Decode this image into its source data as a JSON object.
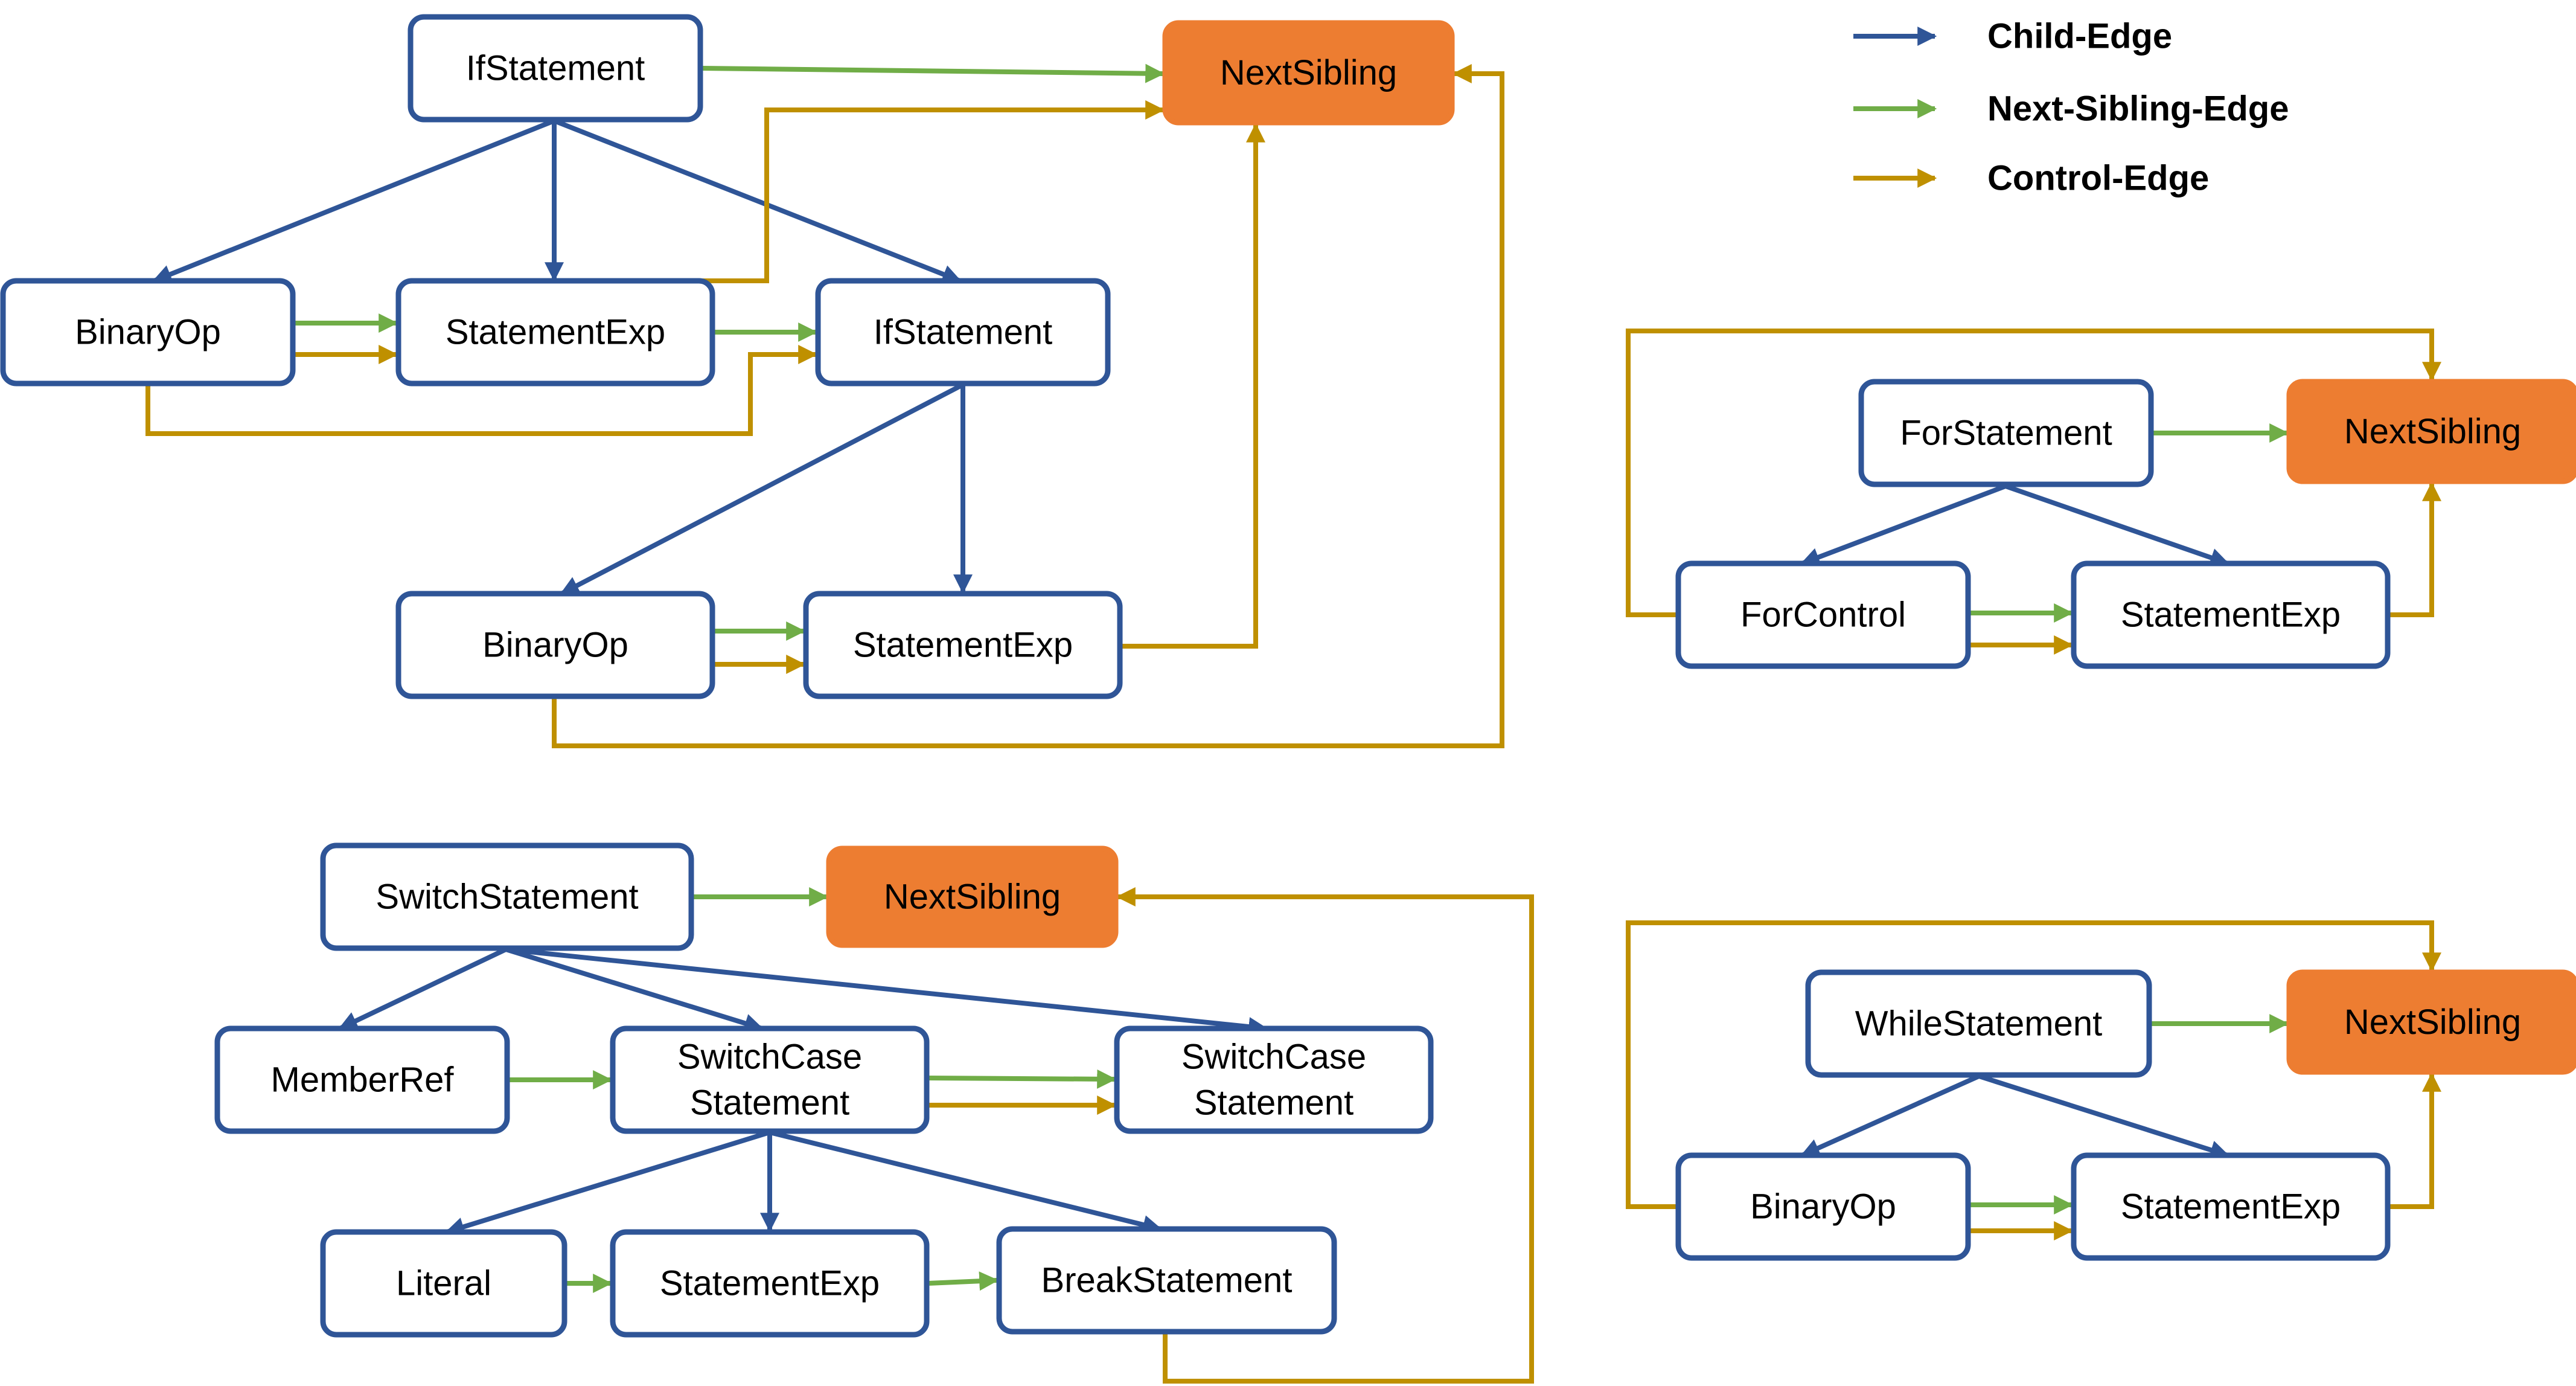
{
  "colors": {
    "child_edge": "#2f5597",
    "next_sibling_edge": "#70ad47",
    "control_edge": "#bf9000",
    "node_border": "#2f5597",
    "next_sibling_fill": "#ed7d31"
  },
  "legend": [
    {
      "id": "child",
      "label": "Child-Edge",
      "kind": "child"
    },
    {
      "id": "next-sibling",
      "label": "Next-Sibling-Edge",
      "kind": "sibling"
    },
    {
      "id": "control",
      "label": "Control-Edge",
      "kind": "control"
    }
  ],
  "nodes": [
    {
      "id": "if1",
      "lines": [
        "IfStatement"
      ]
    },
    {
      "id": "ns1",
      "lines": [
        "NextSibling"
      ],
      "target": true
    },
    {
      "id": "bin1",
      "lines": [
        "BinaryOp"
      ]
    },
    {
      "id": "se1",
      "lines": [
        "StatementExp"
      ]
    },
    {
      "id": "if2",
      "lines": [
        "IfStatement"
      ]
    },
    {
      "id": "bin2",
      "lines": [
        "BinaryOp"
      ]
    },
    {
      "id": "se2",
      "lines": [
        "StatementExp"
      ]
    },
    {
      "id": "for",
      "lines": [
        "ForStatement"
      ]
    },
    {
      "id": "ns2",
      "lines": [
        "NextSibling"
      ],
      "target": true
    },
    {
      "id": "fc",
      "lines": [
        "ForControl"
      ]
    },
    {
      "id": "se3",
      "lines": [
        "StatementExp"
      ]
    },
    {
      "id": "sw",
      "lines": [
        "SwitchStatement"
      ]
    },
    {
      "id": "ns3",
      "lines": [
        "NextSibling"
      ],
      "target": true
    },
    {
      "id": "mr",
      "lines": [
        "MemberRef"
      ]
    },
    {
      "id": "sc1",
      "lines": [
        "SwitchCase",
        "Statement"
      ]
    },
    {
      "id": "sc2",
      "lines": [
        "SwitchCase",
        "Statement"
      ]
    },
    {
      "id": "lit",
      "lines": [
        "Literal"
      ]
    },
    {
      "id": "se4",
      "lines": [
        "StatementExp"
      ]
    },
    {
      "id": "brk",
      "lines": [
        "BreakStatement"
      ]
    },
    {
      "id": "wh",
      "lines": [
        "WhileStatement"
      ]
    },
    {
      "id": "ns4",
      "lines": [
        "NextSibling"
      ],
      "target": true
    },
    {
      "id": "bin3",
      "lines": [
        "BinaryOp"
      ]
    },
    {
      "id": "se5",
      "lines": [
        "StatementExp"
      ]
    }
  ],
  "edges": [
    {
      "from": "if1",
      "to": "bin1",
      "kind": "child"
    },
    {
      "from": "if1",
      "to": "se1",
      "kind": "child"
    },
    {
      "from": "if1",
      "to": "if2",
      "kind": "child"
    },
    {
      "from": "if1",
      "to": "ns1",
      "kind": "sibling"
    },
    {
      "from": "bin1",
      "to": "se1",
      "kind": "sibling"
    },
    {
      "from": "bin1",
      "to": "se1",
      "kind": "control"
    },
    {
      "from": "se1",
      "to": "if2",
      "kind": "sibling"
    },
    {
      "from": "se1",
      "to": "ns1",
      "kind": "control"
    },
    {
      "from": "bin1",
      "to": "if2",
      "kind": "control"
    },
    {
      "from": "if2",
      "to": "bin2",
      "kind": "child"
    },
    {
      "from": "if2",
      "to": "se2",
      "kind": "child"
    },
    {
      "from": "bin2",
      "to": "se2",
      "kind": "sibling"
    },
    {
      "from": "bin2",
      "to": "se2",
      "kind": "control"
    },
    {
      "from": "se2",
      "to": "ns1",
      "kind": "control"
    },
    {
      "from": "bin2",
      "to": "ns1",
      "kind": "control"
    },
    {
      "from": "for",
      "to": "ns2",
      "kind": "sibling"
    },
    {
      "from": "for",
      "to": "fc",
      "kind": "child"
    },
    {
      "from": "for",
      "to": "se3",
      "kind": "child"
    },
    {
      "from": "fc",
      "to": "se3",
      "kind": "sibling"
    },
    {
      "from": "fc",
      "to": "se3",
      "kind": "control"
    },
    {
      "from": "se3",
      "to": "ns2",
      "kind": "control"
    },
    {
      "from": "fc",
      "to": "ns2",
      "kind": "control"
    },
    {
      "from": "sw",
      "to": "ns3",
      "kind": "sibling"
    },
    {
      "from": "sw",
      "to": "mr",
      "kind": "child"
    },
    {
      "from": "sw",
      "to": "sc1",
      "kind": "child"
    },
    {
      "from": "sw",
      "to": "sc2",
      "kind": "child"
    },
    {
      "from": "mr",
      "to": "sc1",
      "kind": "sibling"
    },
    {
      "from": "sc1",
      "to": "sc2",
      "kind": "sibling"
    },
    {
      "from": "sc1",
      "to": "sc2",
      "kind": "control"
    },
    {
      "from": "sc1",
      "to": "lit",
      "kind": "child"
    },
    {
      "from": "sc1",
      "to": "se4",
      "kind": "child"
    },
    {
      "from": "sc1",
      "to": "brk",
      "kind": "child"
    },
    {
      "from": "lit",
      "to": "se4",
      "kind": "sibling"
    },
    {
      "from": "se4",
      "to": "brk",
      "kind": "sibling"
    },
    {
      "from": "brk",
      "to": "ns3",
      "kind": "control"
    },
    {
      "from": "wh",
      "to": "ns4",
      "kind": "sibling"
    },
    {
      "from": "wh",
      "to": "bin3",
      "kind": "child"
    },
    {
      "from": "wh",
      "to": "se5",
      "kind": "child"
    },
    {
      "from": "bin3",
      "to": "se5",
      "kind": "sibling"
    },
    {
      "from": "bin3",
      "to": "se5",
      "kind": "control"
    },
    {
      "from": "se5",
      "to": "ns4",
      "kind": "control"
    },
    {
      "from": "bin3",
      "to": "ns4",
      "kind": "control"
    }
  ]
}
